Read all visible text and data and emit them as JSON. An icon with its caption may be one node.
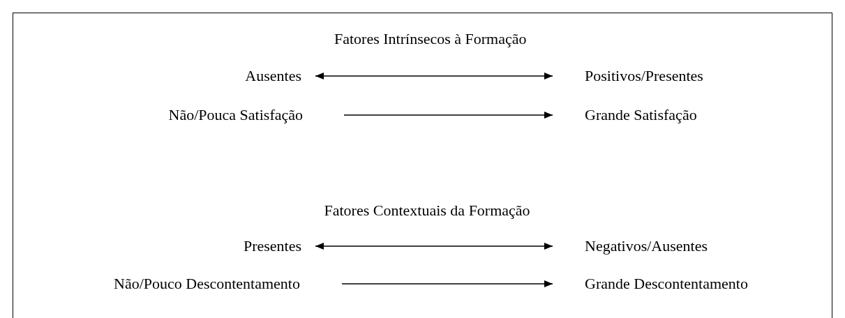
{
  "diagram": {
    "nodes": [
      {
        "text": [
          "Ausentes"
        ]
      },
      {
        "text": [
          "Positivos/Presentes"
        ]
      },
      {
        "text": [
          "Não/Pouca Satisfação"
        ]
      },
      {
        "text": [
          "Grande Satisfação"
        ]
      },
      {
        "text": [
          "Presentes"
        ]
      },
      {
        "text": [
          "Negativos/Ausentes"
        ]
      },
      {
        "text": [
          "Não/Pouco Descontentamento"
        ]
      },
      {
        "text": [
          "Grande Descontentamento"
        ]
      }
    ],
    "edges": [
      {
        "from": 0,
        "to": 1,
        "arrow": "both"
      },
      {
        "from": 2,
        "to": 3,
        "arrow": "to"
      },
      {
        "from": 4,
        "to": 5,
        "arrow": "both"
      },
      {
        "from": 6,
        "to": 7,
        "arrow": "to"
      }
    ],
    "labels": [
      "Fatores Intrínsecos à Formação",
      "Fatores Contextuais da Formação"
    ]
  }
}
